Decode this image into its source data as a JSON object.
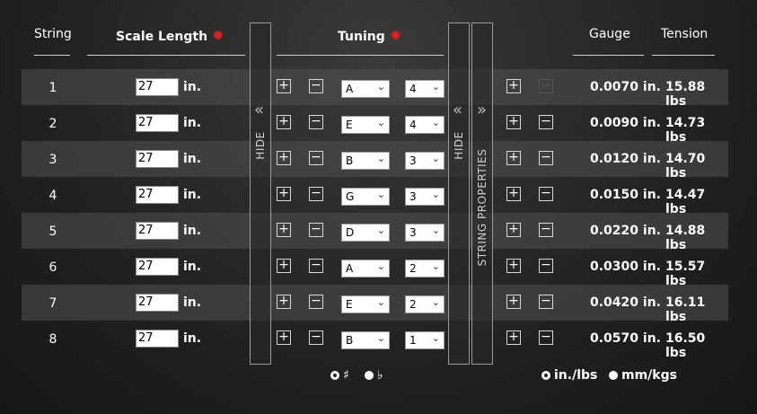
{
  "headers": {
    "string": "String",
    "scale_length": "Scale Length",
    "tuning": "Tuning",
    "gauge": "Gauge",
    "tension": "Tension"
  },
  "icons": {
    "settings": "gear-icon",
    "settings_color": "#e02020"
  },
  "panels": {
    "hide_left": "HIDE",
    "hide_right": "HIDE",
    "string_properties": "STRING PROPERTIES",
    "arrow_left": "«",
    "arrow_right": "»"
  },
  "unit_label": "in.",
  "plus": "+",
  "minus": "−",
  "rows": [
    {
      "num": "1",
      "length": "27",
      "note": "A",
      "octave": "4",
      "gauge": "0.0070 in.",
      "tension": "15.88 lbs",
      "minus_disabled": true
    },
    {
      "num": "2",
      "length": "27",
      "note": "E",
      "octave": "4",
      "gauge": "0.0090 in.",
      "tension": "14.73 lbs",
      "minus_disabled": false
    },
    {
      "num": "3",
      "length": "27",
      "note": "B",
      "octave": "3",
      "gauge": "0.0120 in.",
      "tension": "14.70 lbs",
      "minus_disabled": false
    },
    {
      "num": "4",
      "length": "27",
      "note": "G",
      "octave": "3",
      "gauge": "0.0150 in.",
      "tension": "14.47 lbs",
      "minus_disabled": false
    },
    {
      "num": "5",
      "length": "27",
      "note": "D",
      "octave": "3",
      "gauge": "0.0220 in.",
      "tension": "14.88 lbs",
      "minus_disabled": false
    },
    {
      "num": "6",
      "length": "27",
      "note": "A",
      "octave": "2",
      "gauge": "0.0300 in.",
      "tension": "15.57 lbs",
      "minus_disabled": false
    },
    {
      "num": "7",
      "length": "27",
      "note": "E",
      "octave": "2",
      "gauge": "0.0420 in.",
      "tension": "16.11 lbs",
      "minus_disabled": false
    },
    {
      "num": "8",
      "length": "27",
      "note": "B",
      "octave": "1",
      "gauge": "0.0570 in.",
      "tension": "16.50 lbs",
      "minus_disabled": false
    }
  ],
  "accidentals": {
    "sharp": "♯",
    "flat": "♭",
    "selected": "sharp"
  },
  "units": {
    "imperial": "in./lbs",
    "metric": "mm/kgs",
    "selected": "imperial"
  }
}
